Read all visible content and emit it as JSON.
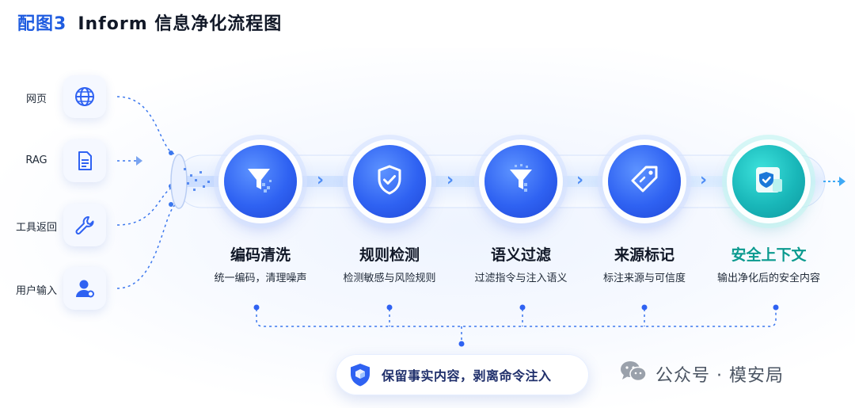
{
  "title": {
    "prefix": "配图3",
    "main": "Inform 信息净化流程图"
  },
  "sources": [
    {
      "label": "网页",
      "icon": "globe-icon"
    },
    {
      "label": "RAG",
      "icon": "document-icon"
    },
    {
      "label": "工具返回",
      "icon": "wrench-icon"
    },
    {
      "label": "用户输入",
      "icon": "user-icon"
    }
  ],
  "stages": [
    {
      "title": "编码清洗",
      "desc": "统一编码，清理噪声",
      "icon": "funnel-icon"
    },
    {
      "title": "规则检测",
      "desc": "检测敏感与风险规则",
      "icon": "shield-check-icon"
    },
    {
      "title": "语义过滤",
      "desc": "过滤指令与注入语义",
      "icon": "funnel-icon"
    },
    {
      "title": "来源标记",
      "desc": "标注来源与可信度",
      "icon": "tag-icon"
    },
    {
      "title": "安全上下文",
      "desc": "输出净化后的安全内容",
      "icon": "shield-document-icon"
    }
  ],
  "summary": {
    "text": "保留事实内容，剥离命令注入",
    "icon": "shield-icon"
  },
  "watermark": {
    "text": "公众号 · 模安局",
    "icon": "wechat-icon"
  },
  "colors": {
    "accent": "#2f62f2",
    "final": "#19b7b9",
    "final_text": "#0b9a8f",
    "title_prefix": "#1f5ce0"
  }
}
